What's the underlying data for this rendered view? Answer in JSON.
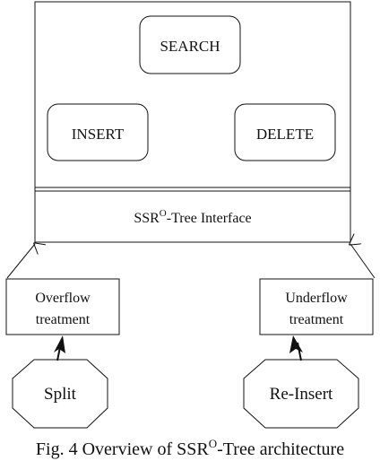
{
  "diagram": {
    "operations": {
      "search": "SEARCH",
      "insert": "INSERT",
      "delete": "DELETE"
    },
    "interface": {
      "name": "SSR",
      "superscript": "O",
      "suffix": "-Tree Interface"
    },
    "overflow": {
      "line1": "Overflow",
      "line2": "treatment"
    },
    "underflow": {
      "line1": "Underflow",
      "line2": "treatment"
    },
    "split": "Split",
    "reinsert": "Re-Insert"
  },
  "caption": {
    "prefix": "Fig. 4 Overview of SSR",
    "superscript": "O",
    "suffix": "-Tree architecture"
  }
}
